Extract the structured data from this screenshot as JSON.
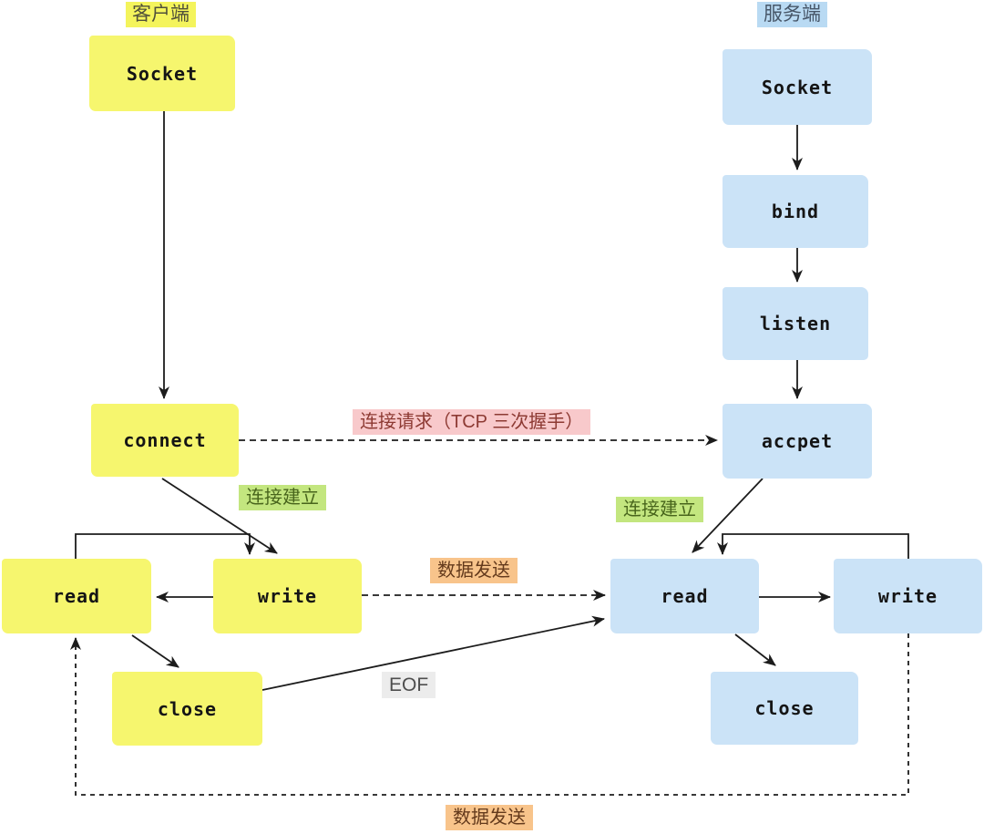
{
  "client": {
    "header": "客户端",
    "nodes": {
      "socket": "Socket",
      "connect": "connect",
      "read": "read",
      "write": "write",
      "close": "close"
    }
  },
  "server": {
    "header": "服务端",
    "nodes": {
      "socket": "Socket",
      "bind": "bind",
      "listen": "listen",
      "accpet": "accpet",
      "read": "read",
      "write": "write",
      "close": "close"
    }
  },
  "edge_labels": {
    "connection_request": "连接请求（TCP 三次握手）",
    "connection_established_client": "连接建立",
    "connection_established_server": "连接建立",
    "data_send_client_to_server": "数据发送",
    "eof": "EOF",
    "data_send_server_to_client": "数据发送"
  },
  "edges": [
    {
      "from": "client.socket",
      "to": "client.connect",
      "style": "solid"
    },
    {
      "from": "server.socket",
      "to": "server.bind",
      "style": "solid"
    },
    {
      "from": "server.bind",
      "to": "server.listen",
      "style": "solid"
    },
    {
      "from": "server.listen",
      "to": "server.accpet",
      "style": "solid"
    },
    {
      "from": "client.connect",
      "to": "server.accpet",
      "style": "dashed",
      "label": "连接请求（TCP 三次握手）"
    },
    {
      "from": "client.connect",
      "to": "client.write",
      "style": "solid",
      "label": "连接建立"
    },
    {
      "from": "client.read",
      "to": "client.write",
      "style": "solid"
    },
    {
      "from": "client.write",
      "to": "client.read",
      "style": "solid"
    },
    {
      "from": "client.read",
      "to": "client.close",
      "style": "solid"
    },
    {
      "from": "client.write",
      "to": "server.read",
      "style": "dashed",
      "label": "数据发送"
    },
    {
      "from": "client.close",
      "to": "server.read",
      "style": "solid",
      "label": "EOF"
    },
    {
      "from": "server.accpet",
      "to": "server.read",
      "style": "solid",
      "label": "连接建立"
    },
    {
      "from": "server.write",
      "to": "server.read",
      "style": "solid"
    },
    {
      "from": "server.read",
      "to": "server.write",
      "style": "solid"
    },
    {
      "from": "server.read",
      "to": "server.close",
      "style": "solid"
    },
    {
      "from": "server.write",
      "to": "client.read",
      "style": "dashed",
      "label": "数据发送"
    }
  ],
  "colors": {
    "canvas_bg": "#ffffff",
    "client_node_fill": "#f6f66e",
    "server_node_fill": "#cbe3f7",
    "client_header_bg": "#f4f45c",
    "client_header_text": "#50503a",
    "server_header_bg": "#b9daf3",
    "server_header_text": "#475668",
    "node_text": "#151515",
    "arrow": "#1c1c1c",
    "pink_bg": "#f8c9cb",
    "pink_text": "#8d3a33",
    "green_bg": "#c3e67f",
    "green_text": "#48651c",
    "orange_bg": "#f8c48b",
    "orange_text": "#643a1c",
    "gray_bg": "#ececec",
    "gray_text": "#4e4e4e"
  }
}
